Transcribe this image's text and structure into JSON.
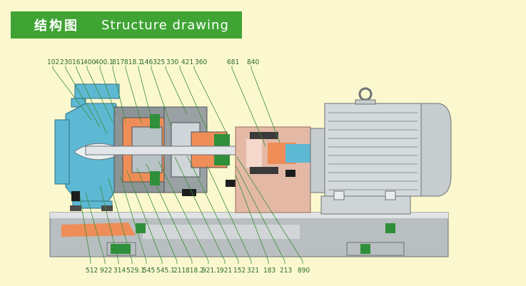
{
  "header": {
    "title_zh": "结构图",
    "title_en": "Structure drawing"
  },
  "top_labels": [
    "102",
    "230",
    "161",
    "400",
    "400.1",
    "817",
    "818.1",
    "146",
    "325",
    "330",
    "421",
    "360",
    "681",
    "840"
  ],
  "bottom_labels": [
    "512",
    "922",
    "314",
    "529.1",
    "545",
    "545.1",
    "211",
    "818.2",
    "921.1",
    "921",
    "152",
    "321",
    "183",
    "213",
    "890"
  ],
  "colors": {
    "banner": "#3fa434",
    "background": "#fbf8cf",
    "leader": "#3a8f35",
    "label": "#2c6a2a"
  }
}
